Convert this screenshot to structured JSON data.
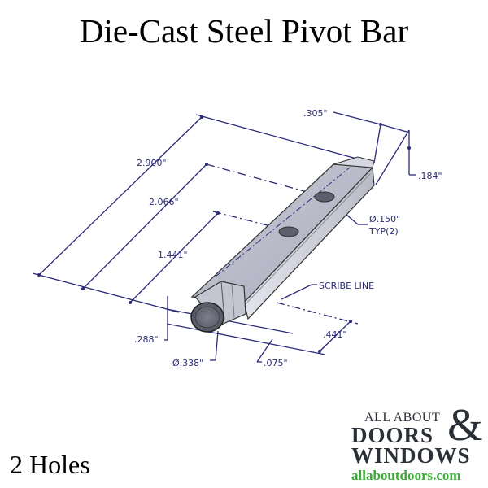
{
  "title": "Die-Cast Steel Pivot Bar",
  "footer_label": "2 Holes",
  "drawing": {
    "line_color": "#2b2b7a",
    "dimensions": {
      "overall_length": "2.900\"",
      "hole2_distance": "2.066\"",
      "hole1_distance": "1.441\"",
      "width": ".305\"",
      "height": ".184\"",
      "hole_diameter": "Ø.150\"",
      "hole_count_note": "TYP(2)",
      "scribe_line": "SCRIBE LINE",
      "end_height": ".288\"",
      "end_diameter": "Ø.338\"",
      "offset": ".075\"",
      "scribe_distance": ".441\""
    }
  },
  "logo": {
    "top_line": "ALL ABOUT",
    "doors": "DOORS",
    "ampersand": "&",
    "windows": "WINDOWS",
    "url": "allaboutdoors.com",
    "dark_color": "#2b2f36",
    "url_color": "#3aaa35"
  }
}
